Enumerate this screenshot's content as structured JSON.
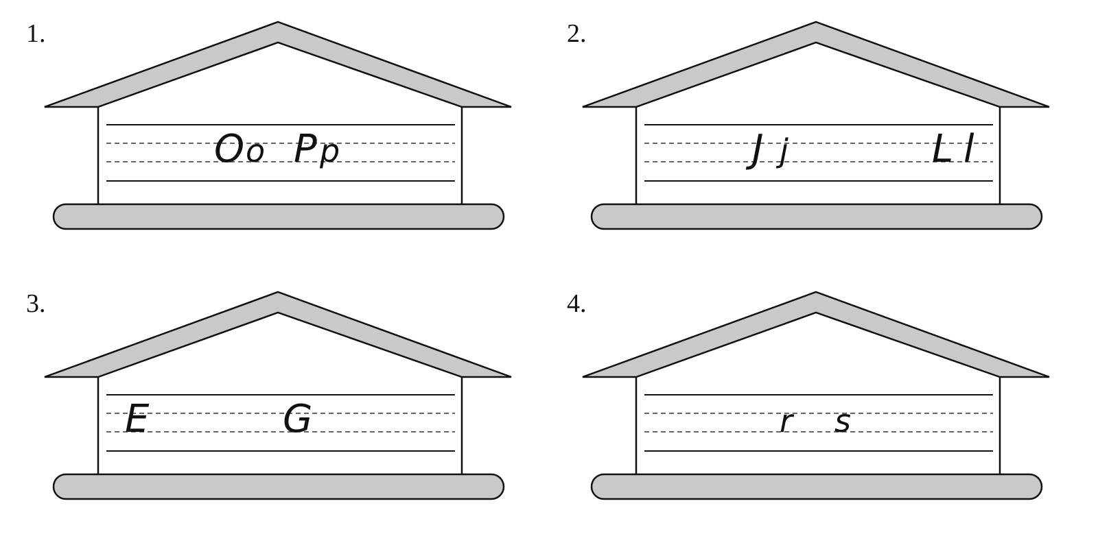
{
  "colors": {
    "roof_fill": "#c9c9c9",
    "base_fill": "#c9c9c9",
    "outline": "#111111",
    "guide_line": "#333333"
  },
  "houses": [
    {
      "number": "1.",
      "letters": [
        "O",
        "o",
        "P",
        "p"
      ]
    },
    {
      "number": "2.",
      "letters": [
        "J",
        "j",
        "L",
        "l"
      ]
    },
    {
      "number": "3.",
      "letters": [
        "E",
        "G"
      ]
    },
    {
      "number": "4.",
      "letters": [
        "r",
        "s"
      ]
    }
  ]
}
